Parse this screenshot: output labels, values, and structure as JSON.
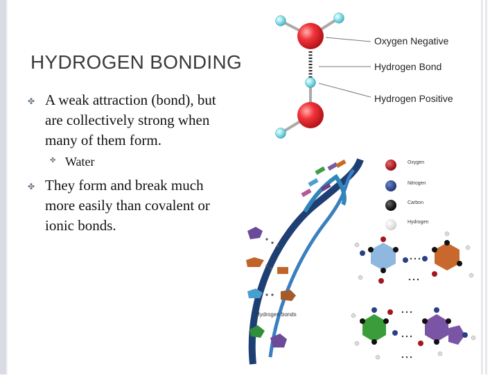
{
  "slide": {
    "title": "HYDROGEN BONDING",
    "bullets": [
      {
        "text": "A weak attraction (bond), but are collectively strong when many of them form.",
        "sub": [
          "Water"
        ]
      },
      {
        "text": "They form and break much more easily than covalent or ionic bonds."
      }
    ]
  },
  "water_figure": {
    "labels": {
      "oxygen_negative": "Oxygen Negative",
      "hydrogen_bond": "Hydrogen Bond",
      "hydrogen_positive": "Hydrogen Positive"
    },
    "colors": {
      "oxygen": "#e8242b",
      "hydrogen": "#8fe3ea"
    }
  },
  "dna_figure": {
    "key": [
      {
        "label": "Oxygen",
        "color": "#a3161c"
      },
      {
        "label": "Nitrogen",
        "color": "#2a3f86"
      },
      {
        "label": "Carbon",
        "color": "#111111"
      },
      {
        "label": "Hydrogen",
        "color": "#dcdcdc"
      }
    ],
    "bonds_label": "Hydrogen bonds"
  }
}
